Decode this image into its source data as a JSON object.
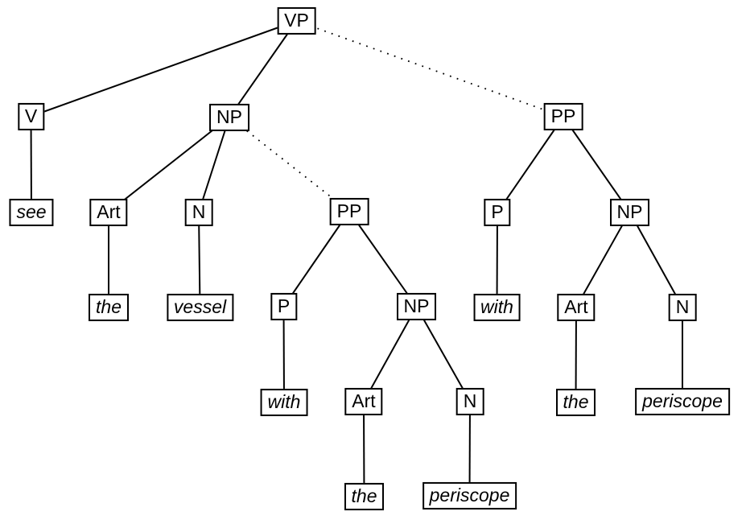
{
  "diagram": {
    "kind": "syntax-parse-tree",
    "sentence_words": [
      "see",
      "the",
      "vessel",
      "with",
      "the",
      "periscope"
    ],
    "colors": {
      "background": "#ffffff",
      "line": "#000000",
      "text": "#000000",
      "box_border": "#000000",
      "box_fill": "#ffffff"
    },
    "nodes": [
      {
        "id": "vp",
        "label": "VP",
        "type": "category"
      },
      {
        "id": "v",
        "label": "V",
        "type": "category"
      },
      {
        "id": "np1",
        "label": "NP",
        "type": "category"
      },
      {
        "id": "pp_r",
        "label": "PP",
        "type": "category"
      },
      {
        "id": "see",
        "label": "see",
        "type": "word"
      },
      {
        "id": "art1",
        "label": "Art",
        "type": "category"
      },
      {
        "id": "n1",
        "label": "N",
        "type": "category"
      },
      {
        "id": "pp_m",
        "label": "PP",
        "type": "category"
      },
      {
        "id": "p_r",
        "label": "P",
        "type": "category"
      },
      {
        "id": "np_r",
        "label": "NP",
        "type": "category"
      },
      {
        "id": "the1",
        "label": "the",
        "type": "word"
      },
      {
        "id": "vessel",
        "label": "vessel",
        "type": "word"
      },
      {
        "id": "p_m",
        "label": "P",
        "type": "category"
      },
      {
        "id": "np_m",
        "label": "NP",
        "type": "category"
      },
      {
        "id": "with_r",
        "label": "with",
        "type": "word"
      },
      {
        "id": "art_r",
        "label": "Art",
        "type": "category"
      },
      {
        "id": "n_r",
        "label": "N",
        "type": "category"
      },
      {
        "id": "with_m",
        "label": "with",
        "type": "word"
      },
      {
        "id": "art_m",
        "label": "Art",
        "type": "category"
      },
      {
        "id": "n_m",
        "label": "N",
        "type": "category"
      },
      {
        "id": "the_r",
        "label": "the",
        "type": "word"
      },
      {
        "id": "periscope_r",
        "label": "periscope",
        "type": "word"
      },
      {
        "id": "the_m",
        "label": "the",
        "type": "word"
      },
      {
        "id": "periscope_m",
        "label": "periscope",
        "type": "word"
      }
    ],
    "edges": [
      {
        "from": "vp",
        "to": "v",
        "style": "solid"
      },
      {
        "from": "vp",
        "to": "np1",
        "style": "solid"
      },
      {
        "from": "vp",
        "to": "pp_r",
        "style": "dotted"
      },
      {
        "from": "v",
        "to": "see",
        "style": "solid"
      },
      {
        "from": "np1",
        "to": "art1",
        "style": "solid"
      },
      {
        "from": "np1",
        "to": "n1",
        "style": "solid"
      },
      {
        "from": "np1",
        "to": "pp_m",
        "style": "dotted"
      },
      {
        "from": "art1",
        "to": "the1",
        "style": "solid"
      },
      {
        "from": "n1",
        "to": "vessel",
        "style": "solid"
      },
      {
        "from": "pp_m",
        "to": "p_m",
        "style": "solid"
      },
      {
        "from": "pp_m",
        "to": "np_m",
        "style": "solid"
      },
      {
        "from": "p_m",
        "to": "with_m",
        "style": "solid"
      },
      {
        "from": "np_m",
        "to": "art_m",
        "style": "solid"
      },
      {
        "from": "np_m",
        "to": "n_m",
        "style": "solid"
      },
      {
        "from": "art_m",
        "to": "the_m",
        "style": "solid"
      },
      {
        "from": "n_m",
        "to": "periscope_m",
        "style": "solid"
      },
      {
        "from": "pp_r",
        "to": "p_r",
        "style": "solid"
      },
      {
        "from": "pp_r",
        "to": "np_r",
        "style": "solid"
      },
      {
        "from": "p_r",
        "to": "with_r",
        "style": "solid"
      },
      {
        "from": "np_r",
        "to": "art_r",
        "style": "solid"
      },
      {
        "from": "np_r",
        "to": "n_r",
        "style": "solid"
      },
      {
        "from": "art_r",
        "to": "the_r",
        "style": "solid"
      },
      {
        "from": "n_r",
        "to": "periscope_r",
        "style": "solid"
      }
    ]
  }
}
